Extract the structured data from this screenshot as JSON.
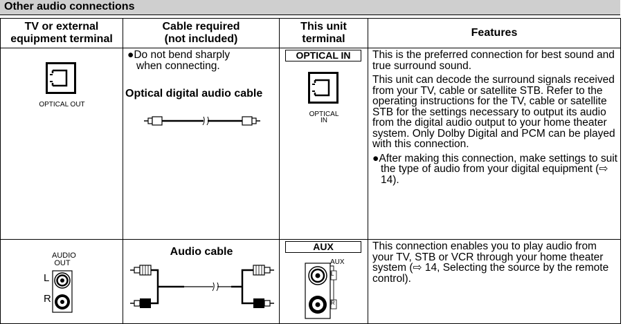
{
  "section": {
    "title": "Other audio connections"
  },
  "headers": {
    "terminal": [
      "TV or external",
      "equipment terminal"
    ],
    "cable": [
      "Cable required",
      "(not included)"
    ],
    "unit": [
      "This unit",
      "terminal"
    ],
    "features": "Features"
  },
  "rows": [
    {
      "terminal_label": "OPTICAL OUT",
      "cable_note_line1": "●Do not bend sharply",
      "cable_note_line2": "when connecting.",
      "cable_caption": "Optical digital audio cable",
      "unit_label": "OPTICAL IN",
      "unit_icon_label_line1": "OPTICAL",
      "unit_icon_label_line2": "IN",
      "features": [
        "This is the preferred connection for best sound and true surround sound.",
        "This unit can decode the surround signals received from your TV, cable or satellite STB. Refer to the operating instructions for the TV, cable or satellite STB for the settings necessary to output its audio from the digital audio output to your home theater system. Only Dolby Digital and PCM can be played with this connection."
      ],
      "feature_bullet": "●After making this connection, make settings to suit the type of audio from your digital equipment (⇨ 14)."
    },
    {
      "terminal_label_line1": "AUDIO",
      "terminal_label_line2": "OUT",
      "terminal_L": "L",
      "terminal_R": "R",
      "cable_caption": "Audio cable",
      "unit_label": "AUX",
      "unit_icon_label": "AUX",
      "unit_icon_L": "L",
      "unit_icon_R": "R",
      "features": [
        "This connection enables you to play audio from your TV, STB or VCR through your home theater system (⇨ 14, Selecting the source by the remote control)."
      ]
    }
  ]
}
